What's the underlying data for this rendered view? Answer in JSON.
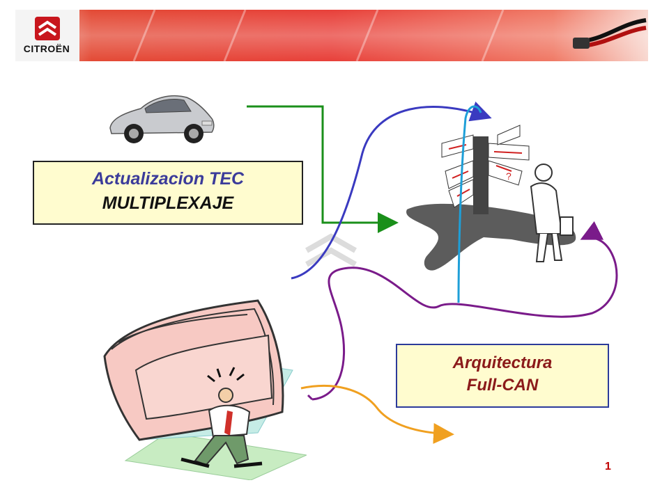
{
  "header": {
    "brand": "CITROËN",
    "logo_icon": "citroen-chevrons-icon",
    "banner_colors": [
      "#c21f1f",
      "#e8402f",
      "#ffffff"
    ]
  },
  "boxes": {
    "tec": {
      "line1": "Actualizacion TEC",
      "line2": "MULTIPLEXAJE"
    },
    "can": {
      "line1": "Arquitectura",
      "line2": "Full-CAN"
    }
  },
  "illustrations": {
    "car": "car-image",
    "signpost": "signpost-man-illustration",
    "papers": "man-under-papers-illustration"
  },
  "arrow_colors": {
    "green": "#1a8f1a",
    "blue": "#3a3ac0",
    "cyan": "#1e9fd8",
    "purple": "#7a1b8a",
    "orange": "#f0a020"
  },
  "footer": {
    "page_number": "1"
  }
}
